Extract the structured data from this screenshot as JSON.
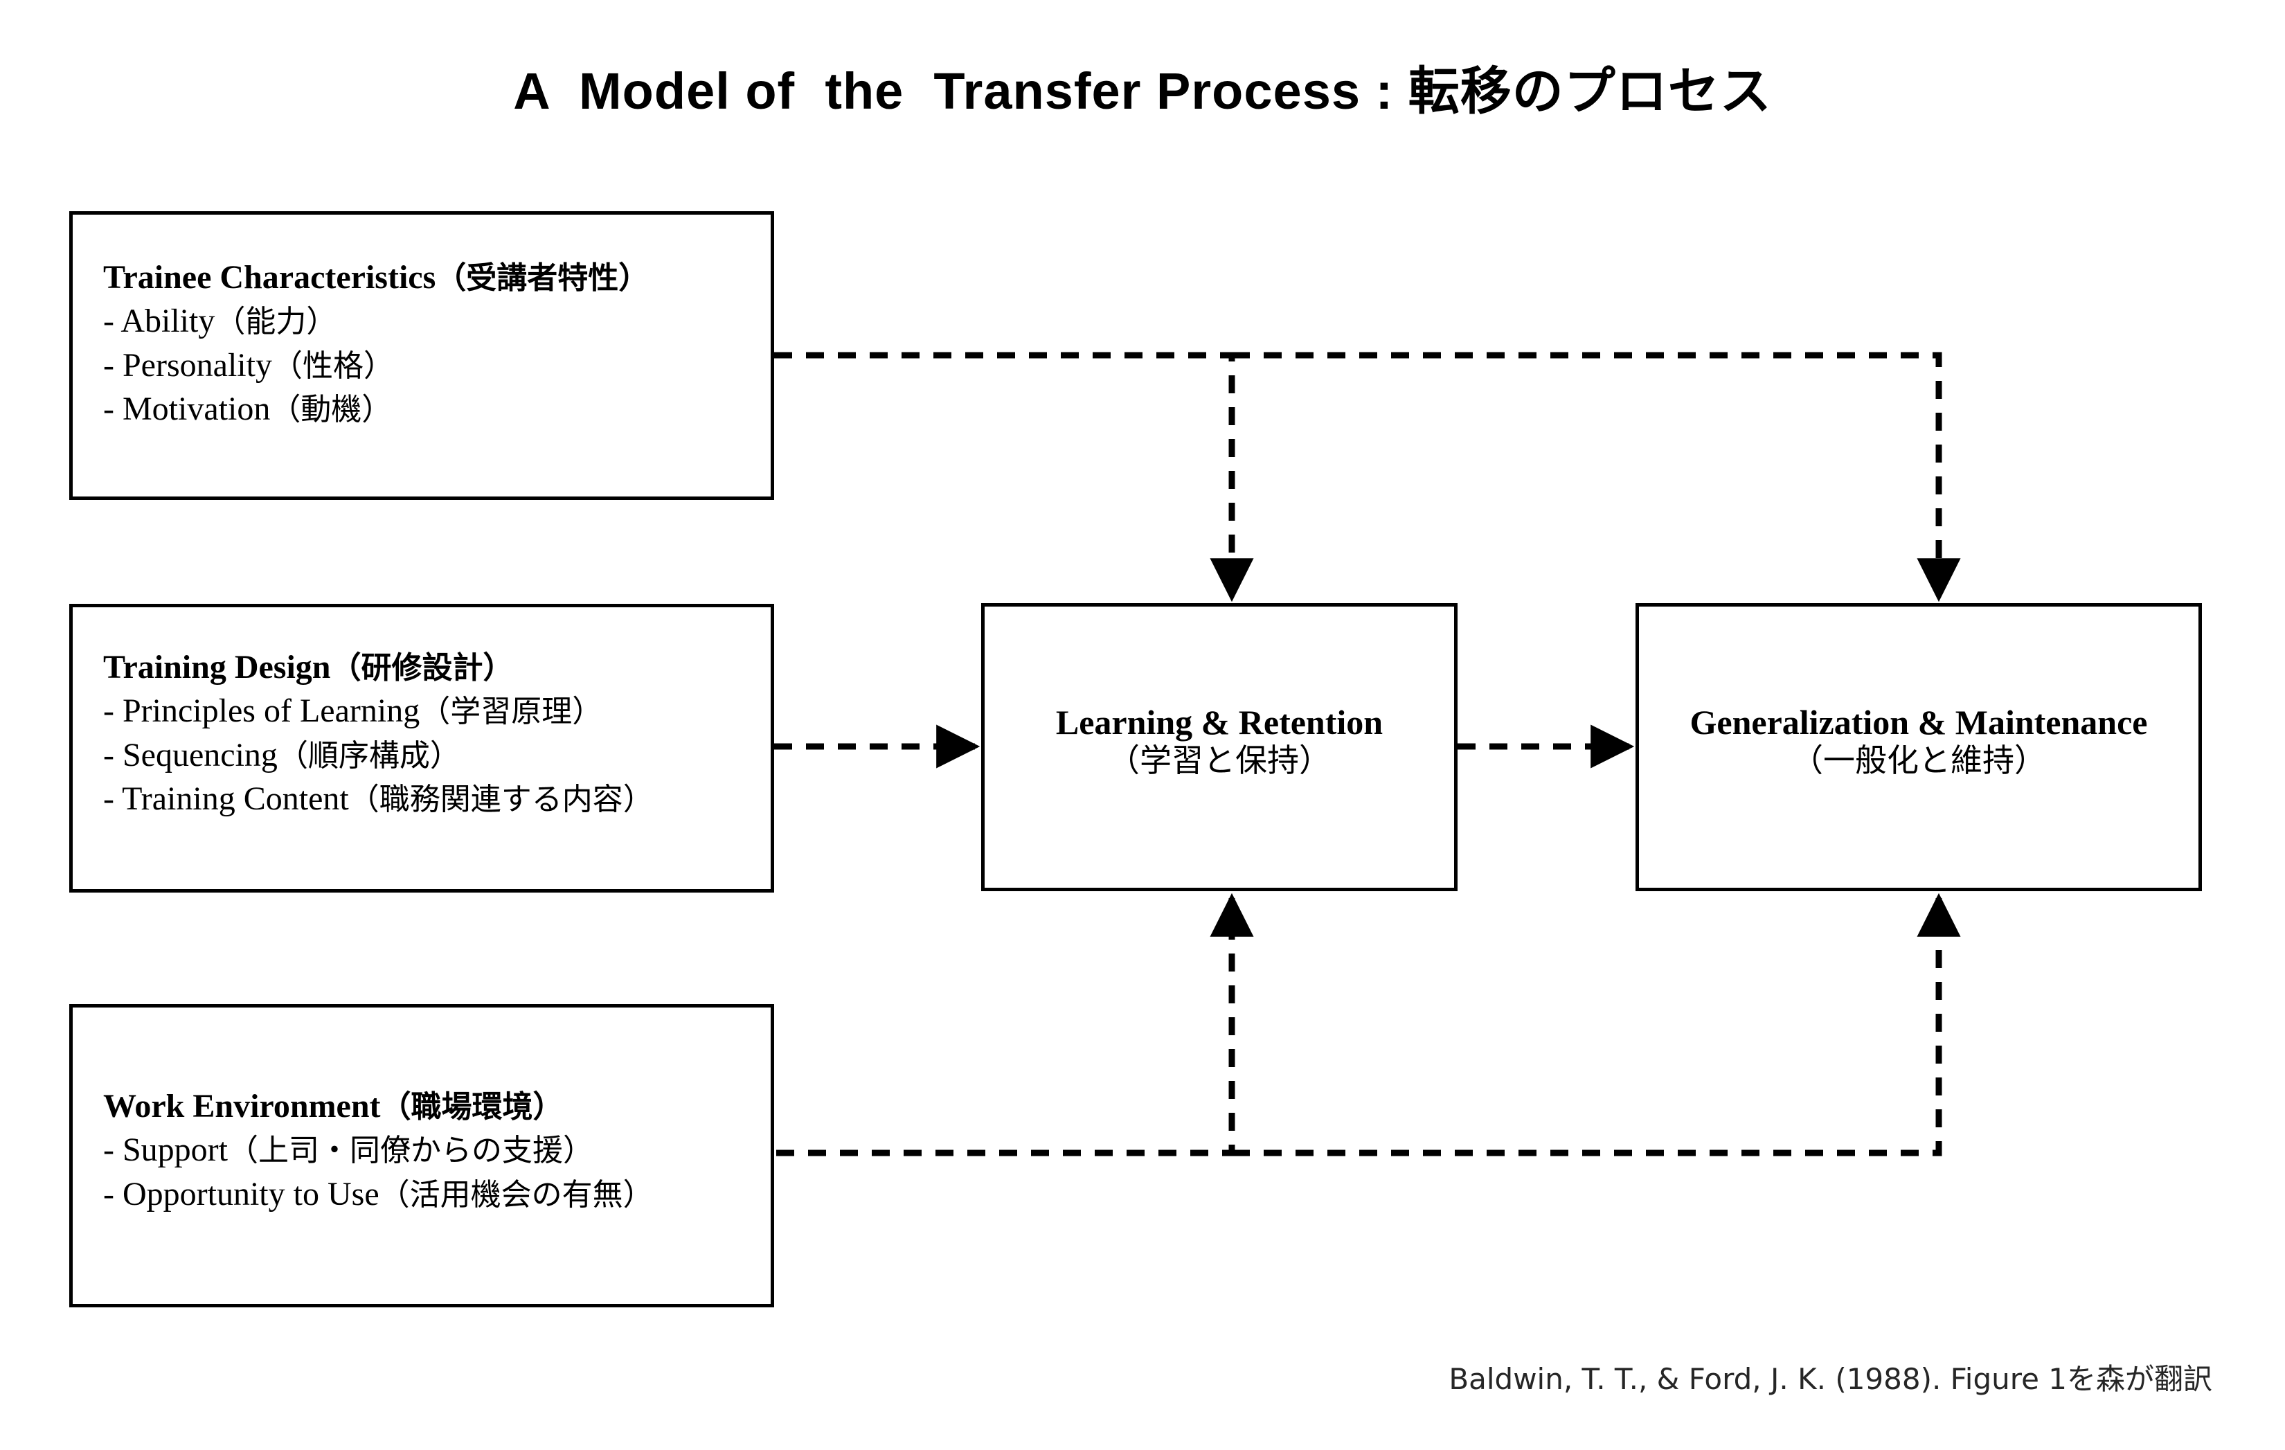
{
  "slide": {
    "title": "A  Model of  the  Transfer Process : 転移のプロセス",
    "citation": "Baldwin, T. T., & Ford, J. K. (1988). Figure 1を森が翻訳",
    "background_color": "#ffffff",
    "line_color": "#000000"
  },
  "nodes": {
    "trainee_characteristics": {
      "heading_en": "Trainee Characteristics",
      "heading_jp": "（受講者特性）",
      "items": [
        {
          "en": "- Ability",
          "jp": "（能力）"
        },
        {
          "en": "- Personality",
          "jp": "（性格）"
        },
        {
          "en": "- Motivation",
          "jp": "（動機）"
        }
      ]
    },
    "training_design": {
      "heading_en": "Training Design",
      "heading_jp": "（研修設計）",
      "items": [
        {
          "en": "- Principles of Learning",
          "jp": "（学習原理）"
        },
        {
          "en": "- Sequencing",
          "jp": "（順序構成）"
        },
        {
          "en": "- Training Content",
          "jp": "（職務関連する内容）"
        }
      ]
    },
    "work_environment": {
      "heading_en": "Work Environment",
      "heading_jp": "（職場環境）",
      "items": [
        {
          "en": "- Support",
          "jp": "（上司・同僚からの支援）"
        },
        {
          "en": "- Opportunity to Use",
          "jp": "（活用機会の有無）"
        }
      ]
    },
    "learning_retention": {
      "line1": "Learning & Retention",
      "line2": "（学習と保持）"
    },
    "generalization_maintenance": {
      "line1": "Generalization & Maintenance",
      "line2": "（一般化と維持）"
    }
  },
  "connections": [
    {
      "from": "trainee_characteristics",
      "to": "learning_retention",
      "style": "dashed",
      "arrow": "down"
    },
    {
      "from": "trainee_characteristics",
      "to": "generalization_maintenance",
      "style": "dashed",
      "arrow": "down"
    },
    {
      "from": "training_design",
      "to": "learning_retention",
      "style": "dashed",
      "arrow": "right"
    },
    {
      "from": "learning_retention",
      "to": "generalization_maintenance",
      "style": "dashed",
      "arrow": "right"
    },
    {
      "from": "work_environment",
      "to": "learning_retention",
      "style": "dashed",
      "arrow": "up"
    },
    {
      "from": "work_environment",
      "to": "generalization_maintenance",
      "style": "dashed",
      "arrow": "up"
    }
  ]
}
